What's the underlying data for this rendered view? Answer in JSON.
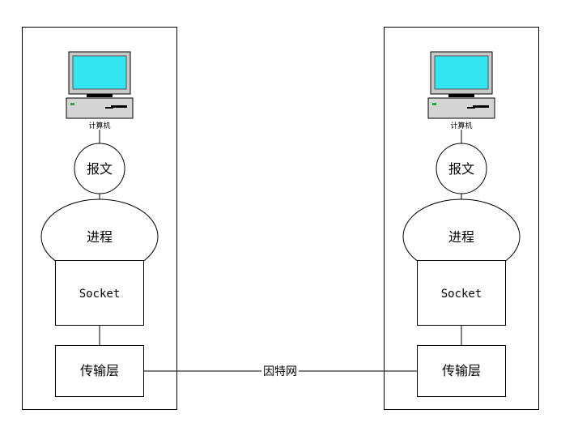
{
  "left": {
    "computer_label": "计算机",
    "message": "报文",
    "process": "进程",
    "socket": "Socket",
    "transport": "传输层"
  },
  "right": {
    "computer_label": "计算机",
    "message": "报文",
    "process": "进程",
    "socket": "Socket",
    "transport": "传输层"
  },
  "network": "因特网",
  "colors": {
    "screen": "#33e5f0",
    "monitor": "#c8c8c8",
    "led": "#1fa83a"
  }
}
